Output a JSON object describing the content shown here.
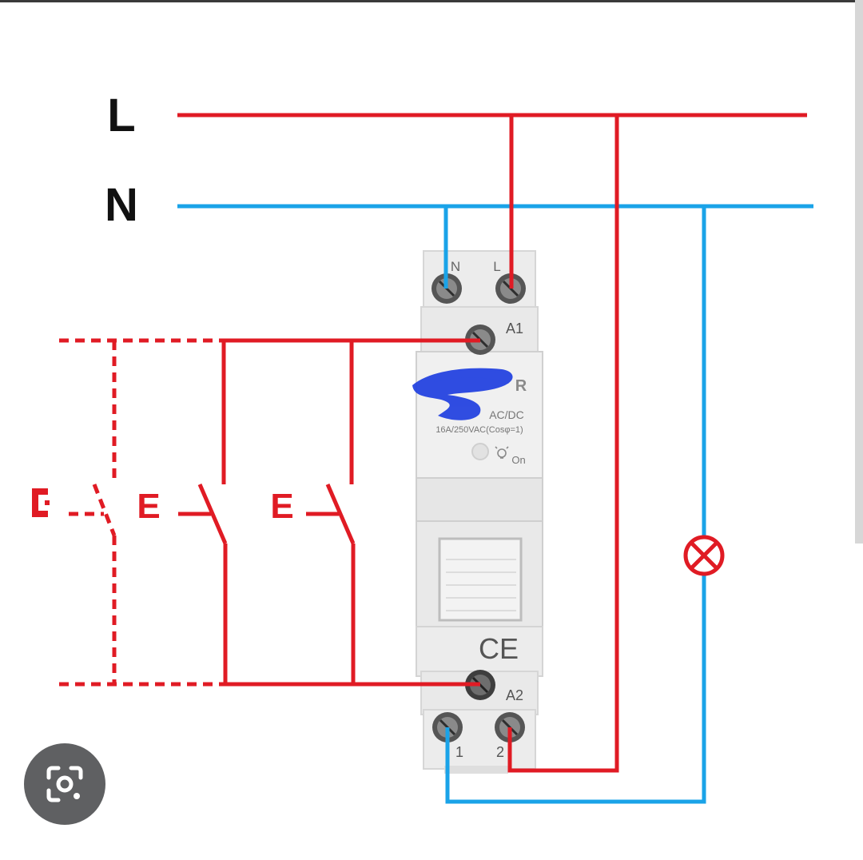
{
  "colors": {
    "live": "#e01b24",
    "neutral": "#1aa3e8",
    "device_body": "#ececec",
    "device_outline": "#d4d4d4",
    "text_dark": "#111111",
    "device_text": "#666666",
    "lens_bg": "#5f6062",
    "redaction": "#1f3fe0"
  },
  "rail_labels": {
    "live": "L",
    "neutral": "N"
  },
  "device": {
    "terminal_n": "N",
    "terminal_l": "L",
    "terminal_a1": "A1",
    "terminal_a2": "A2",
    "terminal_1": "1",
    "terminal_2": "2",
    "brand_suffix": "R",
    "rating_line1": "AC/DC",
    "rating_line2": "16A/250VAC(Cosφ=1)",
    "indicator_label": "On",
    "mark": "CE"
  },
  "switches": {
    "switch_1": "E",
    "switch_2": "E",
    "switch_3": "E"
  },
  "icons": {
    "lamp": "lamp-cross-icon",
    "lens": "google-lens-icon"
  }
}
